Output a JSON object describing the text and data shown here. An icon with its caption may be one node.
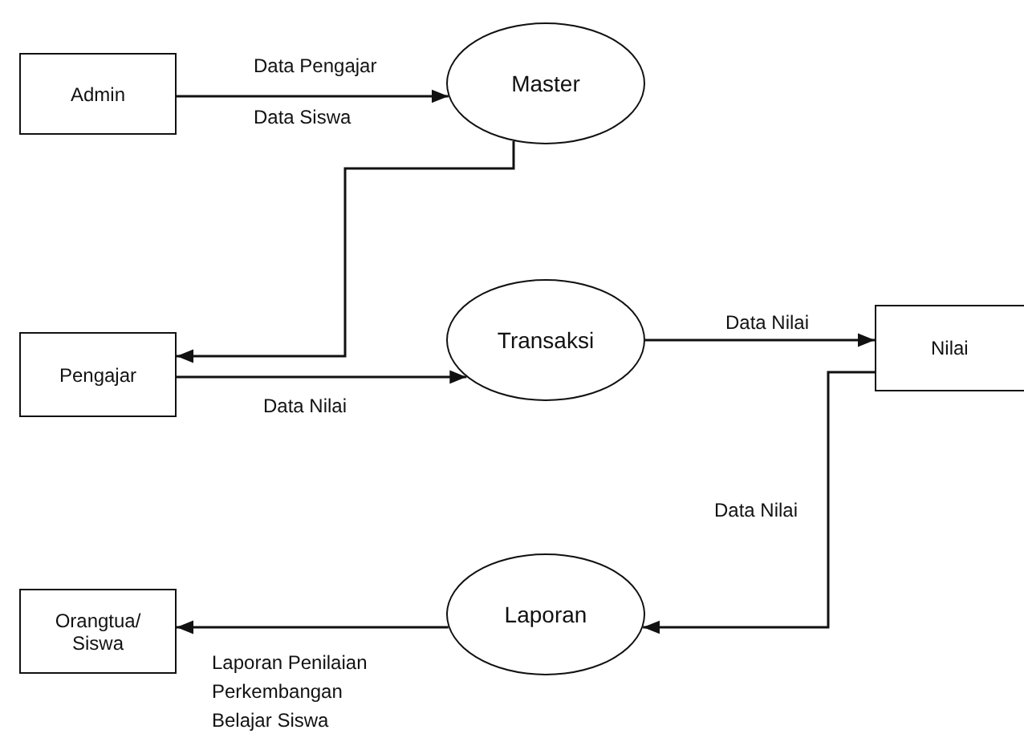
{
  "diagram": {
    "nodes": [
      {
        "text": [
          "Admin"
        ]
      },
      {
        "text": [
          "Master"
        ]
      },
      {
        "text": [
          "Pengajar"
        ]
      },
      {
        "text": [
          "Transaksi"
        ]
      },
      {
        "text": [
          "Nilai"
        ]
      },
      {
        "text": [
          "Orangtua/ Siswa"
        ]
      },
      {
        "text": [
          "Laporan"
        ]
      }
    ],
    "edges": [
      {
        "from": 0,
        "to": 1,
        "arrow": "to",
        "label": "Data Pengajar"
      },
      {
        "from": 1,
        "to": 2,
        "arrow": "to"
      },
      {
        "from": 2,
        "to": 3,
        "arrow": "to",
        "label": "Data Nilai"
      },
      {
        "from": 3,
        "to": 4,
        "arrow": "to",
        "label": "Data Nilai"
      },
      {
        "from": 4,
        "to": 6,
        "arrow": "to",
        "label": "Data Nilai"
      },
      {
        "from": 6,
        "to": 5,
        "arrow": "to",
        "label": "Laporan Penilaian Perkembangan Belajar Siswa"
      }
    ],
    "labels": [
      "Data Siswa"
    ]
  }
}
